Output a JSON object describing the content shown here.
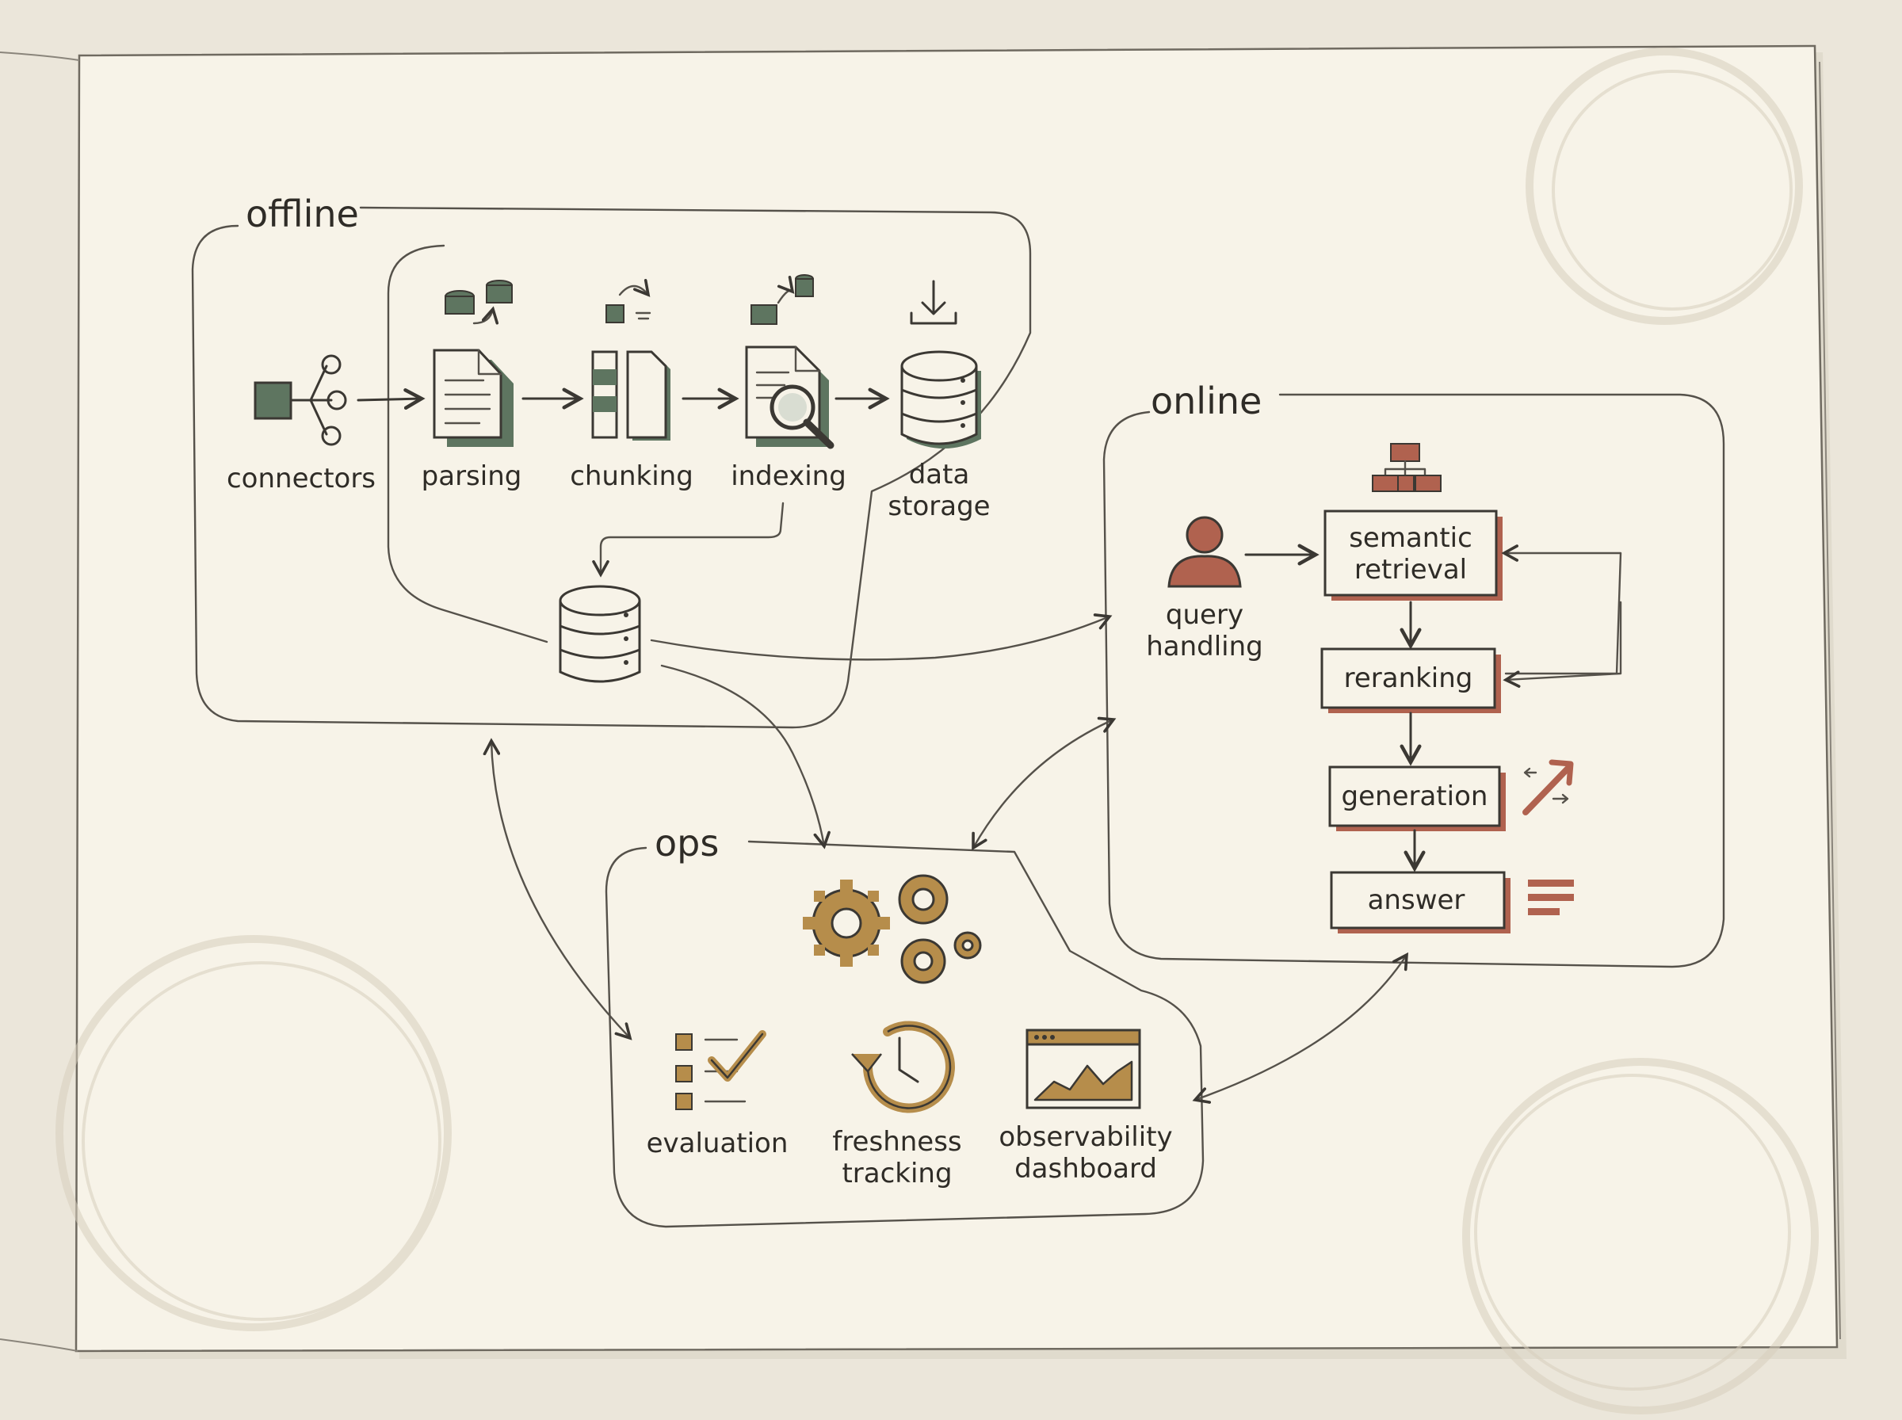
{
  "diagram": {
    "regions": {
      "offline": "offline",
      "online": "online",
      "ops": "ops"
    },
    "offline_steps": {
      "connectors": "connectors",
      "parsing": "parsing",
      "chunking": "chunking",
      "indexing": "indexing",
      "data_storage_line1": "data",
      "data_storage_line2": "storage"
    },
    "online_steps": {
      "query_line1": "query",
      "query_line2": "handling",
      "semantic_line1": "semantic",
      "semantic_line2": "retrieval",
      "reranking": "reranking",
      "generation": "generation",
      "answer": "answer"
    },
    "ops_steps": {
      "evaluation": "evaluation",
      "freshness_line1": "freshness",
      "freshness_line2": "tracking",
      "observability_line1": "observability",
      "observability_line2": "dashboard"
    },
    "colors": {
      "paper": "#f7f3e8",
      "ink": "#3b3833",
      "green": "#5e7560",
      "rust": "#b0624f",
      "gold": "#b68d4b"
    }
  }
}
